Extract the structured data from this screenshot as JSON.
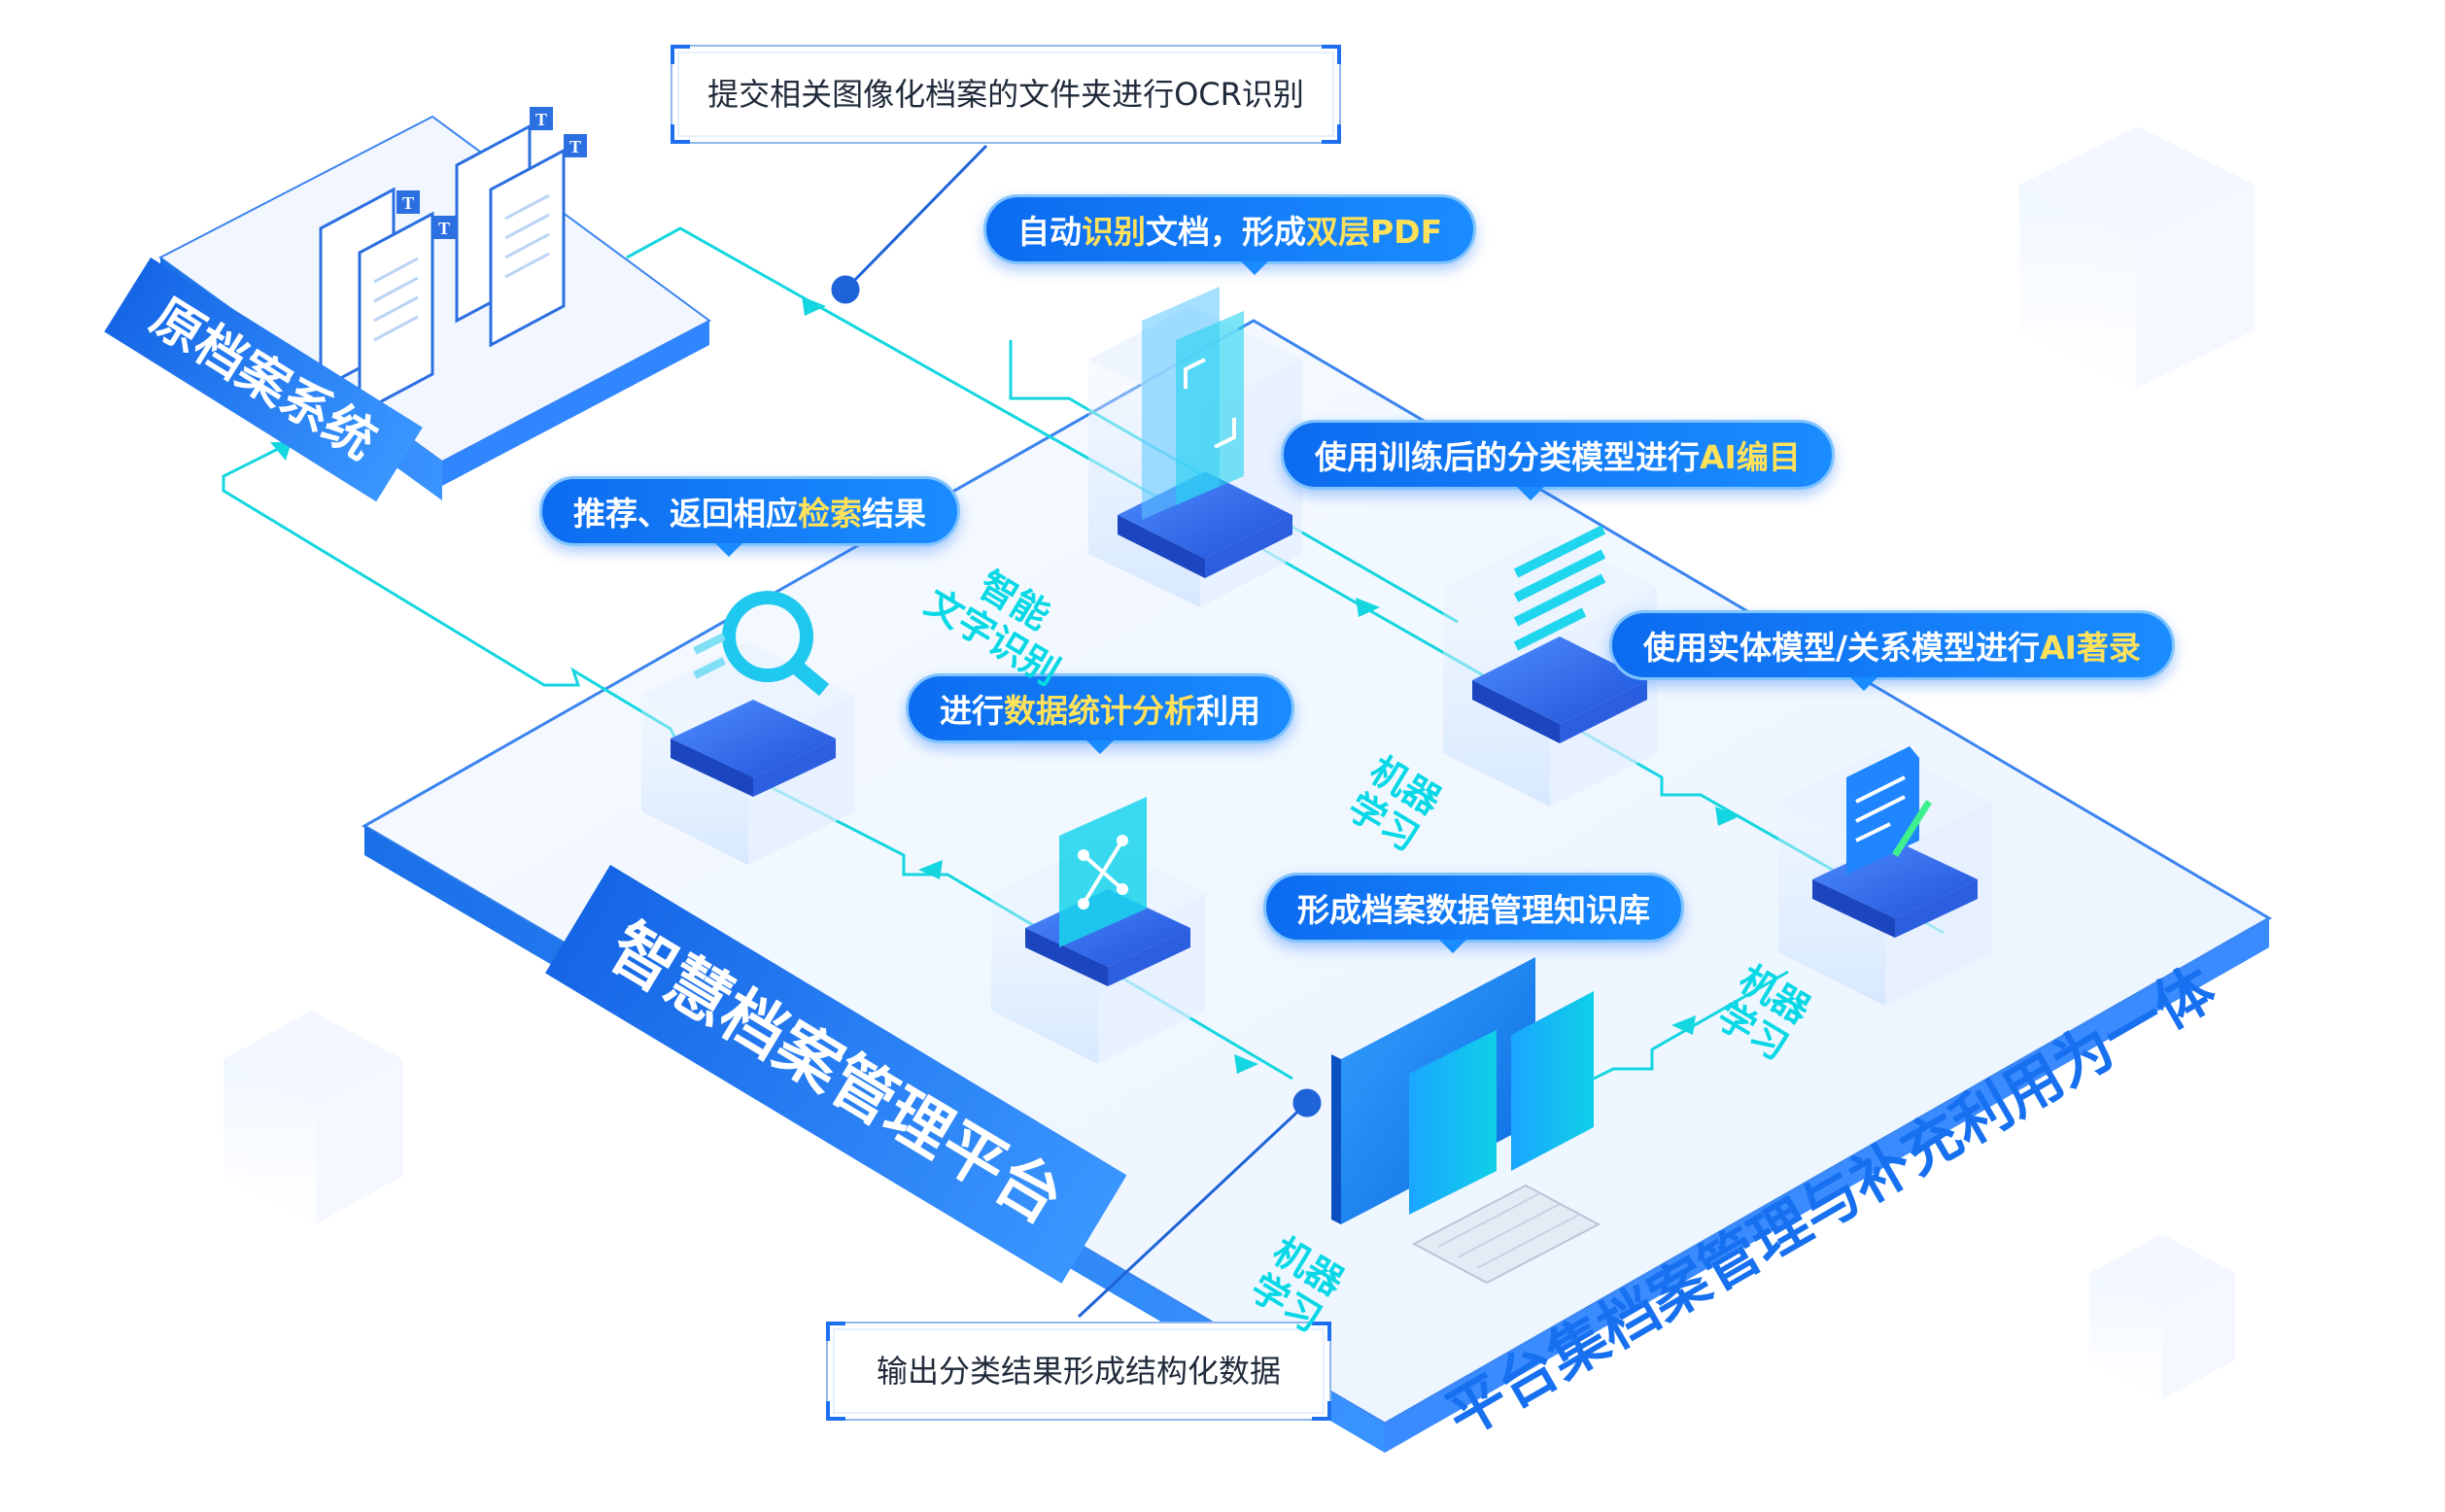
{
  "top_callout": "提交相关图像化档案的文件夹进行OCR识别",
  "bottom_callout": "输出分类结果形成结构化数据",
  "source_system_label": "原档案系统",
  "platform_label": "智慧档案管理平台",
  "platform_slogan": "平台集档案管理与补充利用为一体",
  "bubbles": {
    "ocr": {
      "pre": "自动",
      "hl": "识别",
      "mid": "文档，形成",
      "hl2": "双层PDF",
      "post": ""
    },
    "catalog": {
      "pre": "使用训练后的分类模型进行",
      "hl": "AI编目",
      "mid": "",
      "hl2": "",
      "post": ""
    },
    "search": {
      "pre": "推荐、返回相应",
      "hl": "检索",
      "mid": "结果",
      "hl2": "",
      "post": ""
    },
    "stats": {
      "pre": "进行",
      "hl": "数据统计分析",
      "mid": "利用",
      "hl2": "",
      "post": ""
    },
    "describe": {
      "pre": "使用实体模型/关系模型进行",
      "hl": "AI著录",
      "mid": "",
      "hl2": "",
      "post": ""
    },
    "knowledge": {
      "pre": "形成档案数据管理知识库",
      "hl": "",
      "mid": "",
      "hl2": "",
      "post": ""
    }
  },
  "step_labels": {
    "ocr_step": [
      "智能",
      "文字识别"
    ],
    "ml_1": [
      "机器",
      "学习"
    ],
    "ml_2": [
      "机器",
      "学习"
    ],
    "ml_3": [
      "机器",
      "学习"
    ]
  },
  "icons": {
    "ocr_node": "document-scan-icon",
    "catalog_node": "list-icon",
    "search_node": "search-icon",
    "stats_node": "network-chart-icon",
    "describe_node": "document-edit-icon",
    "knowledge_node": "computer-icon",
    "docs": "text-document-icon"
  },
  "colors": {
    "brand_blue": "#1677ff",
    "flow_cyan": "#14d6e0",
    "highlight": "#ffe15a",
    "platform_edge": "#2b7cf0"
  }
}
